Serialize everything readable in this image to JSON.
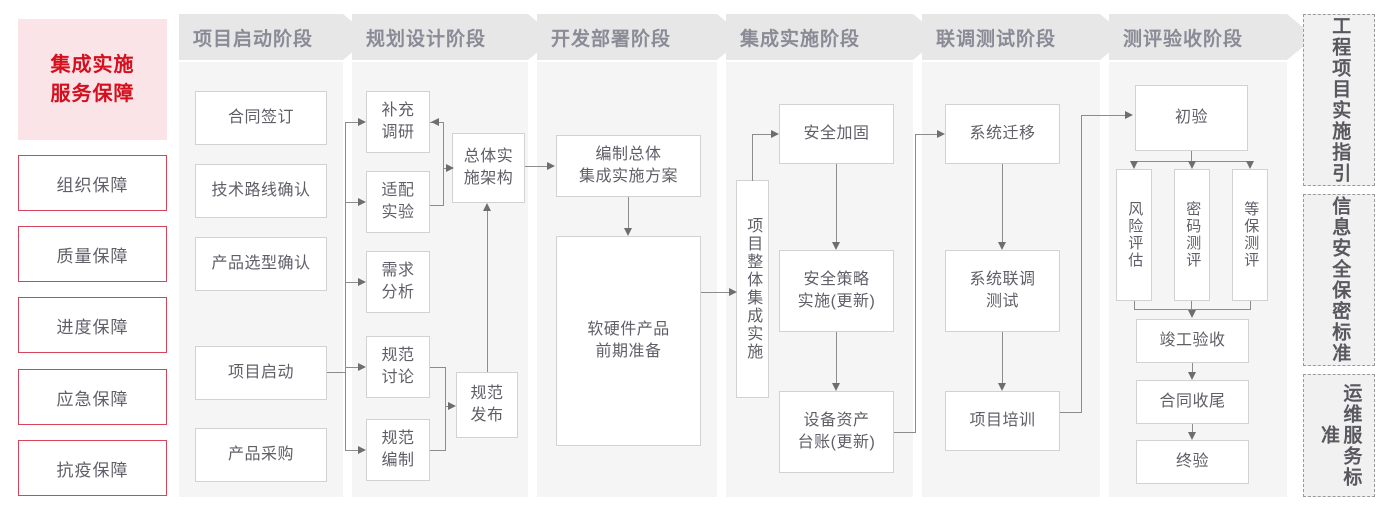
{
  "left_rail": {
    "title": "集成实施\n服务保障",
    "title_line1": "集成实施",
    "title_line2": "服务保障",
    "accent_color": "#d60f1e",
    "accent_bg": "#fbe4e7",
    "border_color": "#d6455a",
    "items": [
      {
        "label": "组织保障"
      },
      {
        "label": "质量保障"
      },
      {
        "label": "进度保障"
      },
      {
        "label": "应急保障"
      },
      {
        "label": "抗疫保障"
      }
    ]
  },
  "phases": [
    {
      "id": "startup",
      "title": "项目启动阶段"
    },
    {
      "id": "planning",
      "title": "规划设计阶段"
    },
    {
      "id": "deploy",
      "title": "开发部署阶段"
    },
    {
      "id": "integrate",
      "title": "集成实施阶段"
    },
    {
      "id": "jointtest",
      "title": "联调测试阶段"
    },
    {
      "id": "acceptance",
      "title": "测评验收阶段"
    }
  ],
  "nodes": {
    "startup": [
      {
        "label": "合同签订"
      },
      {
        "label": "技术路线确认"
      },
      {
        "label": "产品选型确认"
      },
      {
        "label": "项目启动"
      },
      {
        "label": "产品采购"
      }
    ],
    "planning": [
      {
        "label": "补充\n调研",
        "l1": "补充",
        "l2": "调研"
      },
      {
        "label": "适配\n实验",
        "l1": "适配",
        "l2": "实验"
      },
      {
        "label": "需求\n分析",
        "l1": "需求",
        "l2": "分析"
      },
      {
        "label": "规范\n讨论",
        "l1": "规范",
        "l2": "讨论"
      },
      {
        "label": "规范\n编制",
        "l1": "规范",
        "l2": "编制"
      },
      {
        "label": "总体实\n施架构",
        "l1": "总体实",
        "l2": "施架构"
      },
      {
        "label": "规范\n发布",
        "l1": "规范",
        "l2": "发布"
      }
    ],
    "deploy": [
      {
        "label": "编制总体\n集成实施方案",
        "l1": "编制总体",
        "l2": "集成实施方案"
      },
      {
        "label": "软硬件产品\n前期准备",
        "l1": "软硬件产品",
        "l2": "前期准备"
      }
    ],
    "integrate": [
      {
        "label": "项目整体集成实施"
      },
      {
        "label": "安全加固"
      },
      {
        "label": "安全策略\n实施(更新)",
        "l1": "安全策略",
        "l2": "实施(更新)"
      },
      {
        "label": "设备资产\n台账(更新)",
        "l1": "设备资产",
        "l2": "台账(更新)"
      }
    ],
    "jointtest": [
      {
        "label": "系统迁移"
      },
      {
        "label": "系统联调\n测试",
        "l1": "系统联调",
        "l2": "测试"
      },
      {
        "label": "项目培训"
      }
    ],
    "acceptance": [
      {
        "label": "初验"
      },
      {
        "label": "风险评估"
      },
      {
        "label": "密码测评"
      },
      {
        "label": "等保测评"
      },
      {
        "label": "竣工验收"
      },
      {
        "label": "合同收尾"
      },
      {
        "label": "终验"
      }
    ]
  },
  "right_rail": {
    "items": [
      {
        "label": "工程项目实施指引",
        "col_right": "程目施引",
        "col_left": "工项实指"
      },
      {
        "label": "信息安全保密标准",
        "col_right": "息全密准",
        "col_left": "信安保标"
      },
      {
        "label": "运维服务标准",
        "col_right": "维务准",
        "col_left": "运服标"
      }
    ]
  },
  "colors": {
    "panel_bg": "#f5f5f5",
    "header_bg": "#e7e7e7",
    "header_text": "#8b8b98",
    "node_border": "#d2d2d2",
    "node_text": "#5f5f68",
    "connector": "#8c8c8c",
    "dashed_border": "#9a9a9a"
  }
}
